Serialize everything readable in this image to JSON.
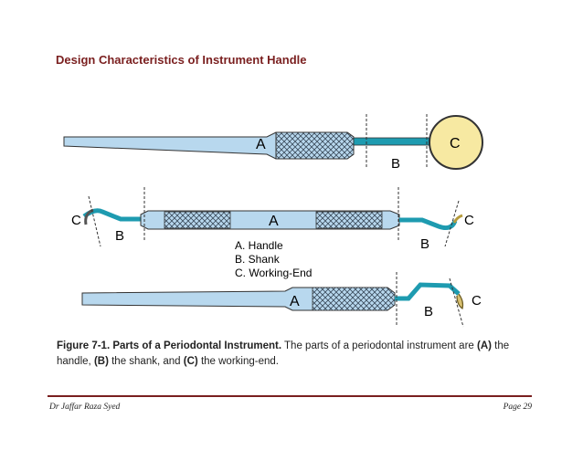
{
  "page": {
    "title": "Design Characteristics of Instrument Handle",
    "figure": {
      "instrument1": {
        "label_a": "A",
        "label_b": "B",
        "label_c": "C"
      },
      "instrument2": {
        "label_a": "A",
        "label_b_left": "B",
        "label_c_left": "C",
        "label_b_right": "B",
        "label_c_right": "C"
      },
      "legend": [
        "A. Handle",
        "B. Shank",
        "C. Working-End"
      ],
      "instrument3": {
        "label_a": "A",
        "label_b": "B",
        "label_c": "C"
      }
    },
    "caption": {
      "figure_no": "Figure 7-1.",
      "bold_title": "Parts of a Periodontal Instrument.",
      "text_part1": "The parts of a periodontal instrument",
      "text_part2": "are",
      "a": "(A)",
      "a_text": "the handle,",
      "b": "(B)",
      "b_text": "the shank, and",
      "c": "(C)",
      "c_text": "the working-end."
    },
    "footer": {
      "author": "Dr Jaffar Raza Syed",
      "page": "Page 29"
    },
    "colors": {
      "title": "#7a1f1f",
      "handle": "#b8d8ee",
      "shank": "#1e9bb0",
      "mirror": "#f7e9a2",
      "footer_line": "#7a1f1f"
    }
  }
}
